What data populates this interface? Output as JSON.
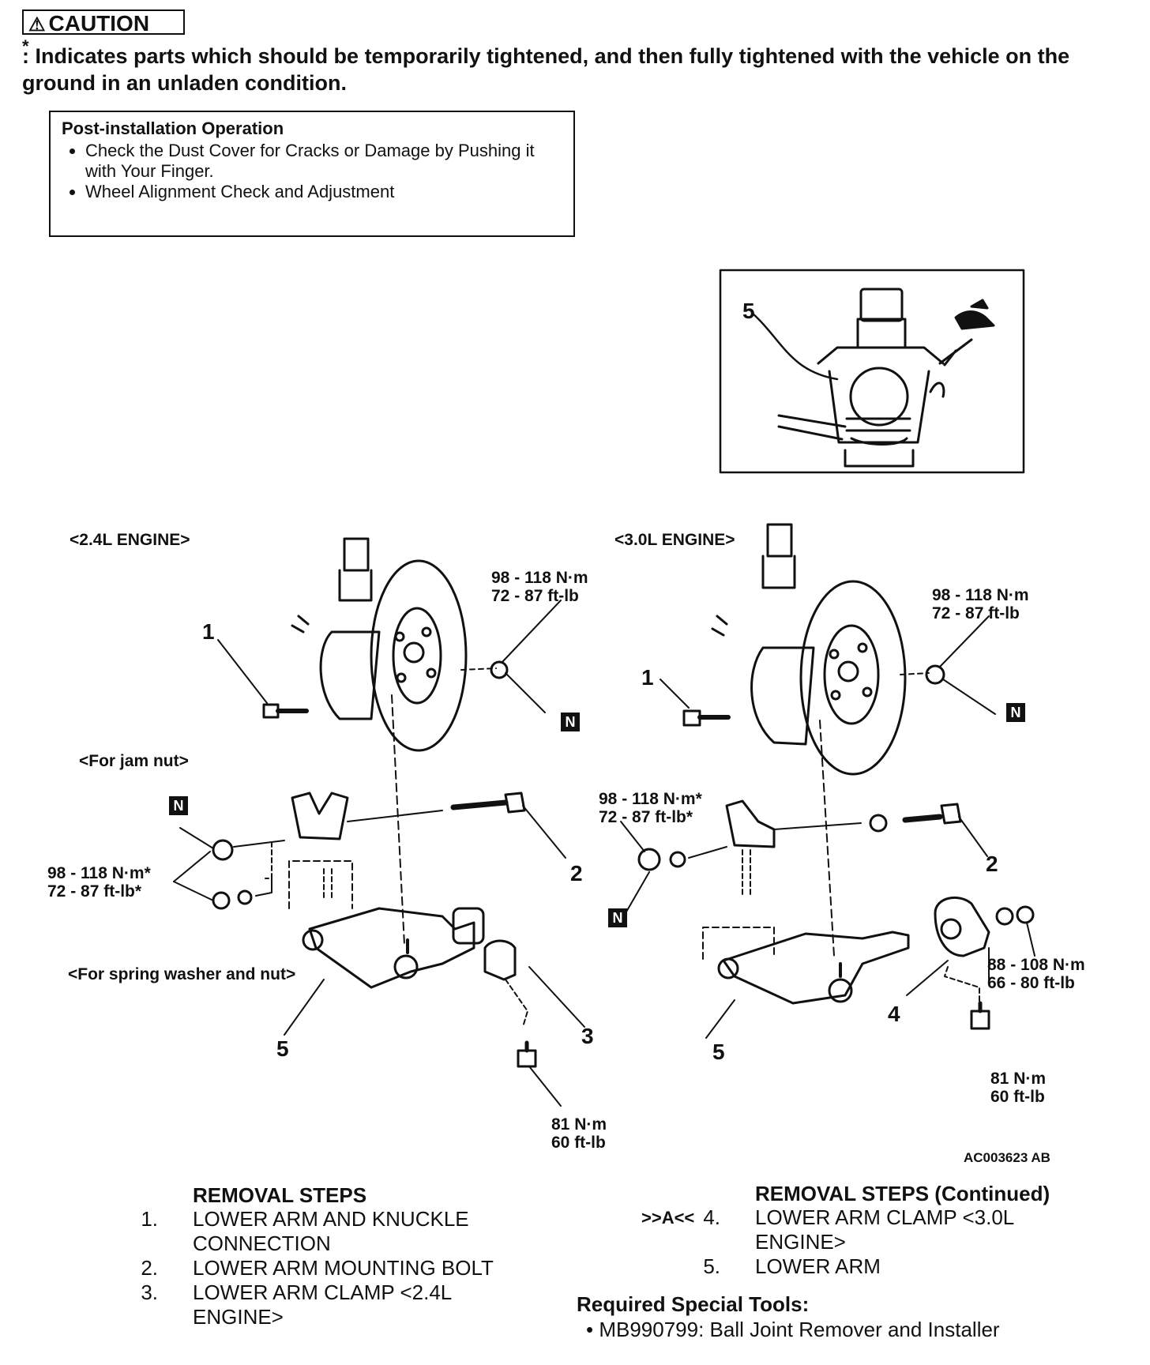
{
  "caution": {
    "badge": "CAUTION",
    "star": "*",
    "text": ": Indicates parts which should be temporarily tightened, and then fully tightened with the vehicle on the ground in an unladen condition."
  },
  "post_installation": {
    "title": "Post-installation Operation",
    "items": [
      "Check the Dust Cover for Cracks or Damage by Pushing it with Your Finger.",
      "Wheel Alignment Check and Adjustment"
    ]
  },
  "diagram": {
    "inset_callout": "5",
    "left": {
      "engine_label": "<2.4L ENGINE>",
      "torque_top": [
        "98 - 118 N·m",
        "72 - 87 ft-lb"
      ],
      "jam_nut_label": "<For jam nut>",
      "torque_jam": [
        "98 - 118 N·m*",
        "72 - 87 ft-lb*"
      ],
      "spring_washer_label": "<For spring washer and nut>",
      "torque_bottom": [
        "81 N·m",
        "60 ft-lb"
      ],
      "n_marks": [
        "N",
        "N"
      ],
      "callouts": [
        "1",
        "2",
        "3",
        "5"
      ]
    },
    "right": {
      "engine_label": "<3.0L ENGINE>",
      "torque_top": [
        "98 - 118 N·m",
        "72 - 87 ft-lb"
      ],
      "torque_mid": [
        "98 - 118 N·m*",
        "72 - 87 ft-lb*"
      ],
      "torque_clamp": [
        "88 - 108 N·m",
        "66 - 80 ft-lb"
      ],
      "torque_bottom": [
        "81  N·m",
        "60  ft-lb"
      ],
      "n_marks": [
        "N",
        "N"
      ],
      "callouts": [
        "1",
        "2",
        "4",
        "5"
      ]
    },
    "figure_code": "AC003623 AB"
  },
  "removal_steps": {
    "title": "REMOVAL STEPS",
    "steps": [
      {
        "num": "1.",
        "text": [
          "LOWER ARM AND KNUCKLE",
          "CONNECTION"
        ]
      },
      {
        "num": "2.",
        "text": [
          "LOWER ARM MOUNTING BOLT"
        ]
      },
      {
        "num": "3.",
        "text": [
          "LOWER ARM CLAMP <2.4L",
          "ENGINE>"
        ]
      }
    ]
  },
  "removal_steps_continued": {
    "title": "REMOVAL STEPS (Continued)",
    "steps": [
      {
        "prefix": ">>A<<",
        "num": "4.",
        "text": [
          "LOWER ARM CLAMP <3.0L",
          "ENGINE>"
        ]
      },
      {
        "prefix": "",
        "num": "5.",
        "text": [
          "LOWER ARM"
        ]
      }
    ]
  },
  "special_tools": {
    "title": "Required Special Tools:",
    "items": [
      "MB990799: Ball Joint Remover and Installer"
    ]
  }
}
